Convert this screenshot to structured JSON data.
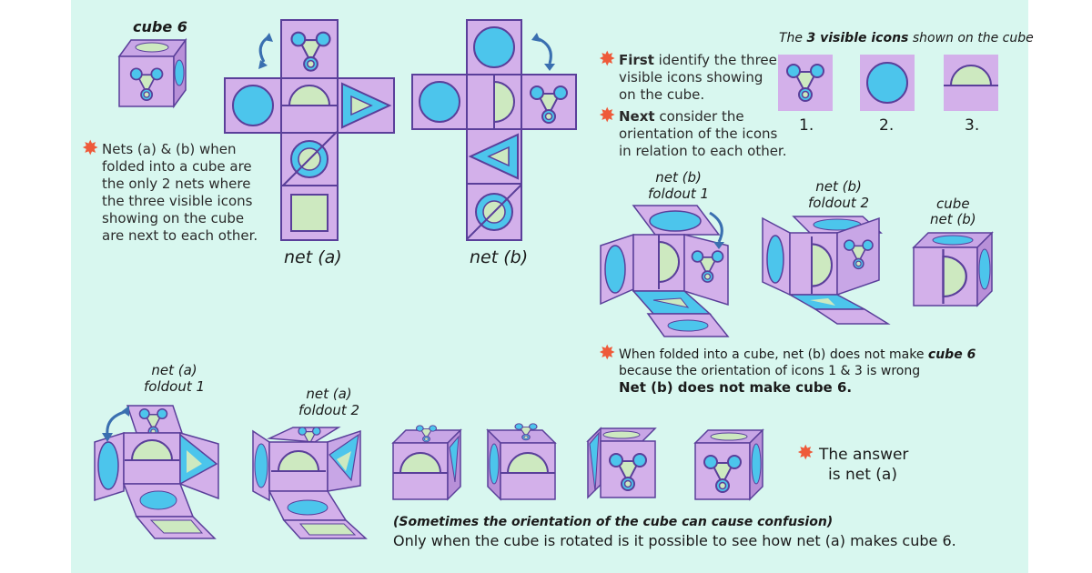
{
  "colors": {
    "background": "#d8f7ef",
    "face": "#d3b0ea",
    "face_side": "#b890d8",
    "cyan": "#4cc5ec",
    "green": "#cde9c0",
    "stroke": "#5a3f9a",
    "star": "#ee5a3a"
  },
  "labels": {
    "cube6": "cube 6",
    "net_a": "net (a)",
    "net_b": "net (b)",
    "visible_title_pre": "The ",
    "visible_title_bold": "3 visible icons",
    "visible_title_post": " shown on the cube",
    "icon_nums": [
      "1.",
      "2.",
      "3."
    ],
    "net_b_foldout1": [
      "net (b)",
      "foldout 1"
    ],
    "net_b_foldout2": [
      "net (b)",
      "foldout 2"
    ],
    "cube_net_b": [
      "cube",
      "net (b)"
    ],
    "net_a_foldout1": [
      "net (a)",
      "foldout 1"
    ],
    "net_a_foldout2": [
      "net (a)",
      "foldout 2"
    ]
  },
  "notes": {
    "nets_lines": [
      "Nets  (a) & (b) when",
      "folded into a cube are",
      "the only  2 nets where",
      "the three visible icons",
      "showing on the cube",
      "are next to each other."
    ],
    "first_bold": "First",
    "first_rest": [
      " identify the three",
      "visible icons showing",
      "on the cube."
    ],
    "next_bold": "Next",
    "next_rest": [
      " consider the",
      "orientation of the icons",
      "in relation to each other."
    ],
    "folded_pre": "When folded into a cube, net (b) does not make ",
    "folded_bold": "cube 6",
    "folded_line2": "because the orientation of icons 1 & 3 is wrong",
    "netb_not": "Net (b) does not make cube 6.",
    "answer_line1": "The answer",
    "answer_line2": "is net (a)",
    "confusion": "(Sometimes the orientation of the cube can cause confusion)",
    "rotated": "Only when the cube is rotated is it possible to see how net (a) makes cube 6."
  },
  "icons": [
    "tri-node-icon",
    "circle-icon",
    "half-circle-icon",
    "triangle-icon",
    "circle-slash-icon",
    "square-icon",
    "star-bullet-icon",
    "rotate-arrow-icon"
  ]
}
